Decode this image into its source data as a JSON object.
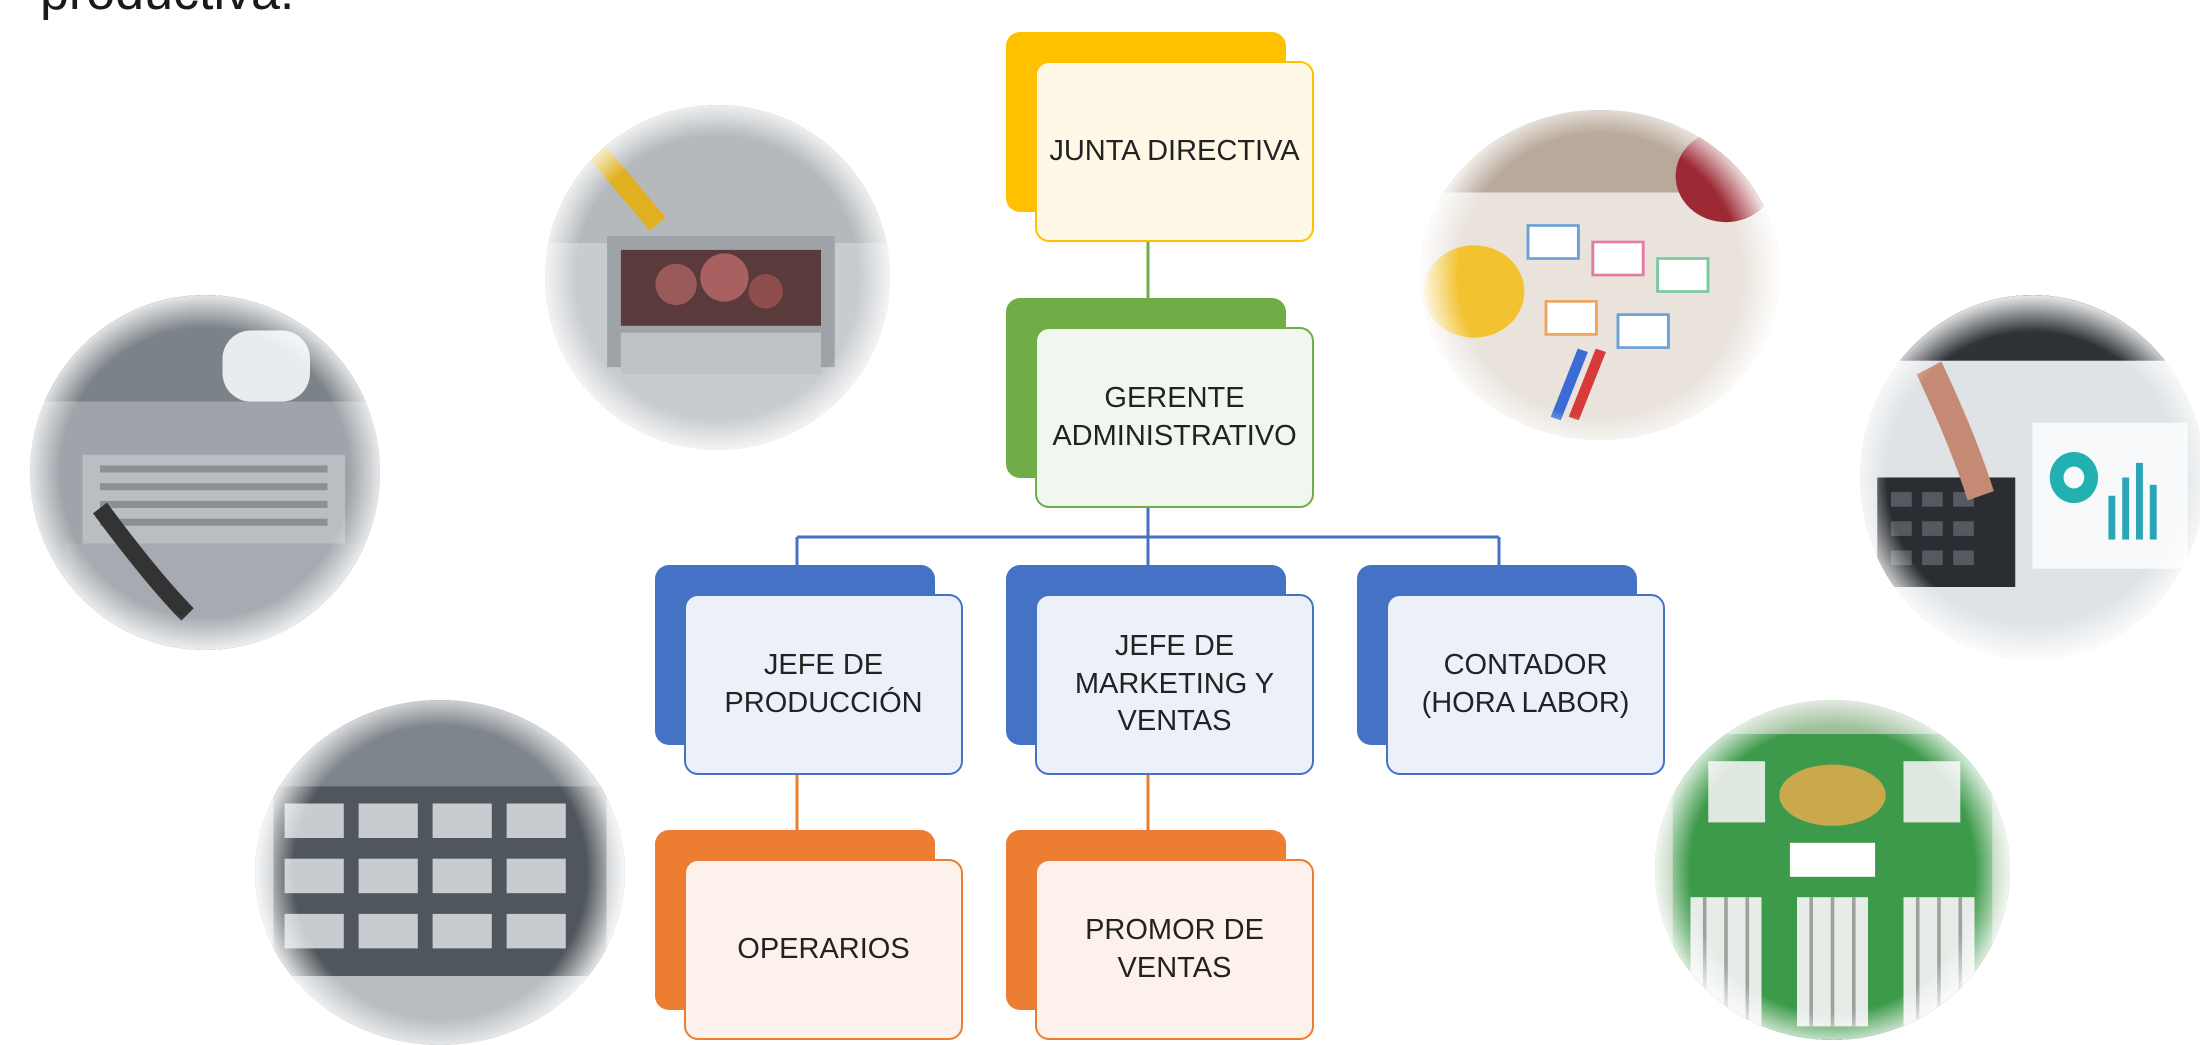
{
  "slide": {
    "heading": "productiva."
  },
  "colors": {
    "board": "#FFC000",
    "manager": "#70AD47",
    "heads": "#4472C4",
    "staff": "#ED7D31"
  },
  "nodes": {
    "junta": "JUNTA DIRECTIVA",
    "gerente": "GERENTE\nADMINISTRATIVO",
    "jefe_produccion": "JEFE DE\nPRODUCCIÓN",
    "jefe_marketing": "JEFE DE\nMARKETING Y\nVENTAS",
    "contador": "CONTADOR\n(HORA LABOR)",
    "operarios": "OPERARIOS",
    "promotor": "PROMOR DE\nVENTAS"
  }
}
